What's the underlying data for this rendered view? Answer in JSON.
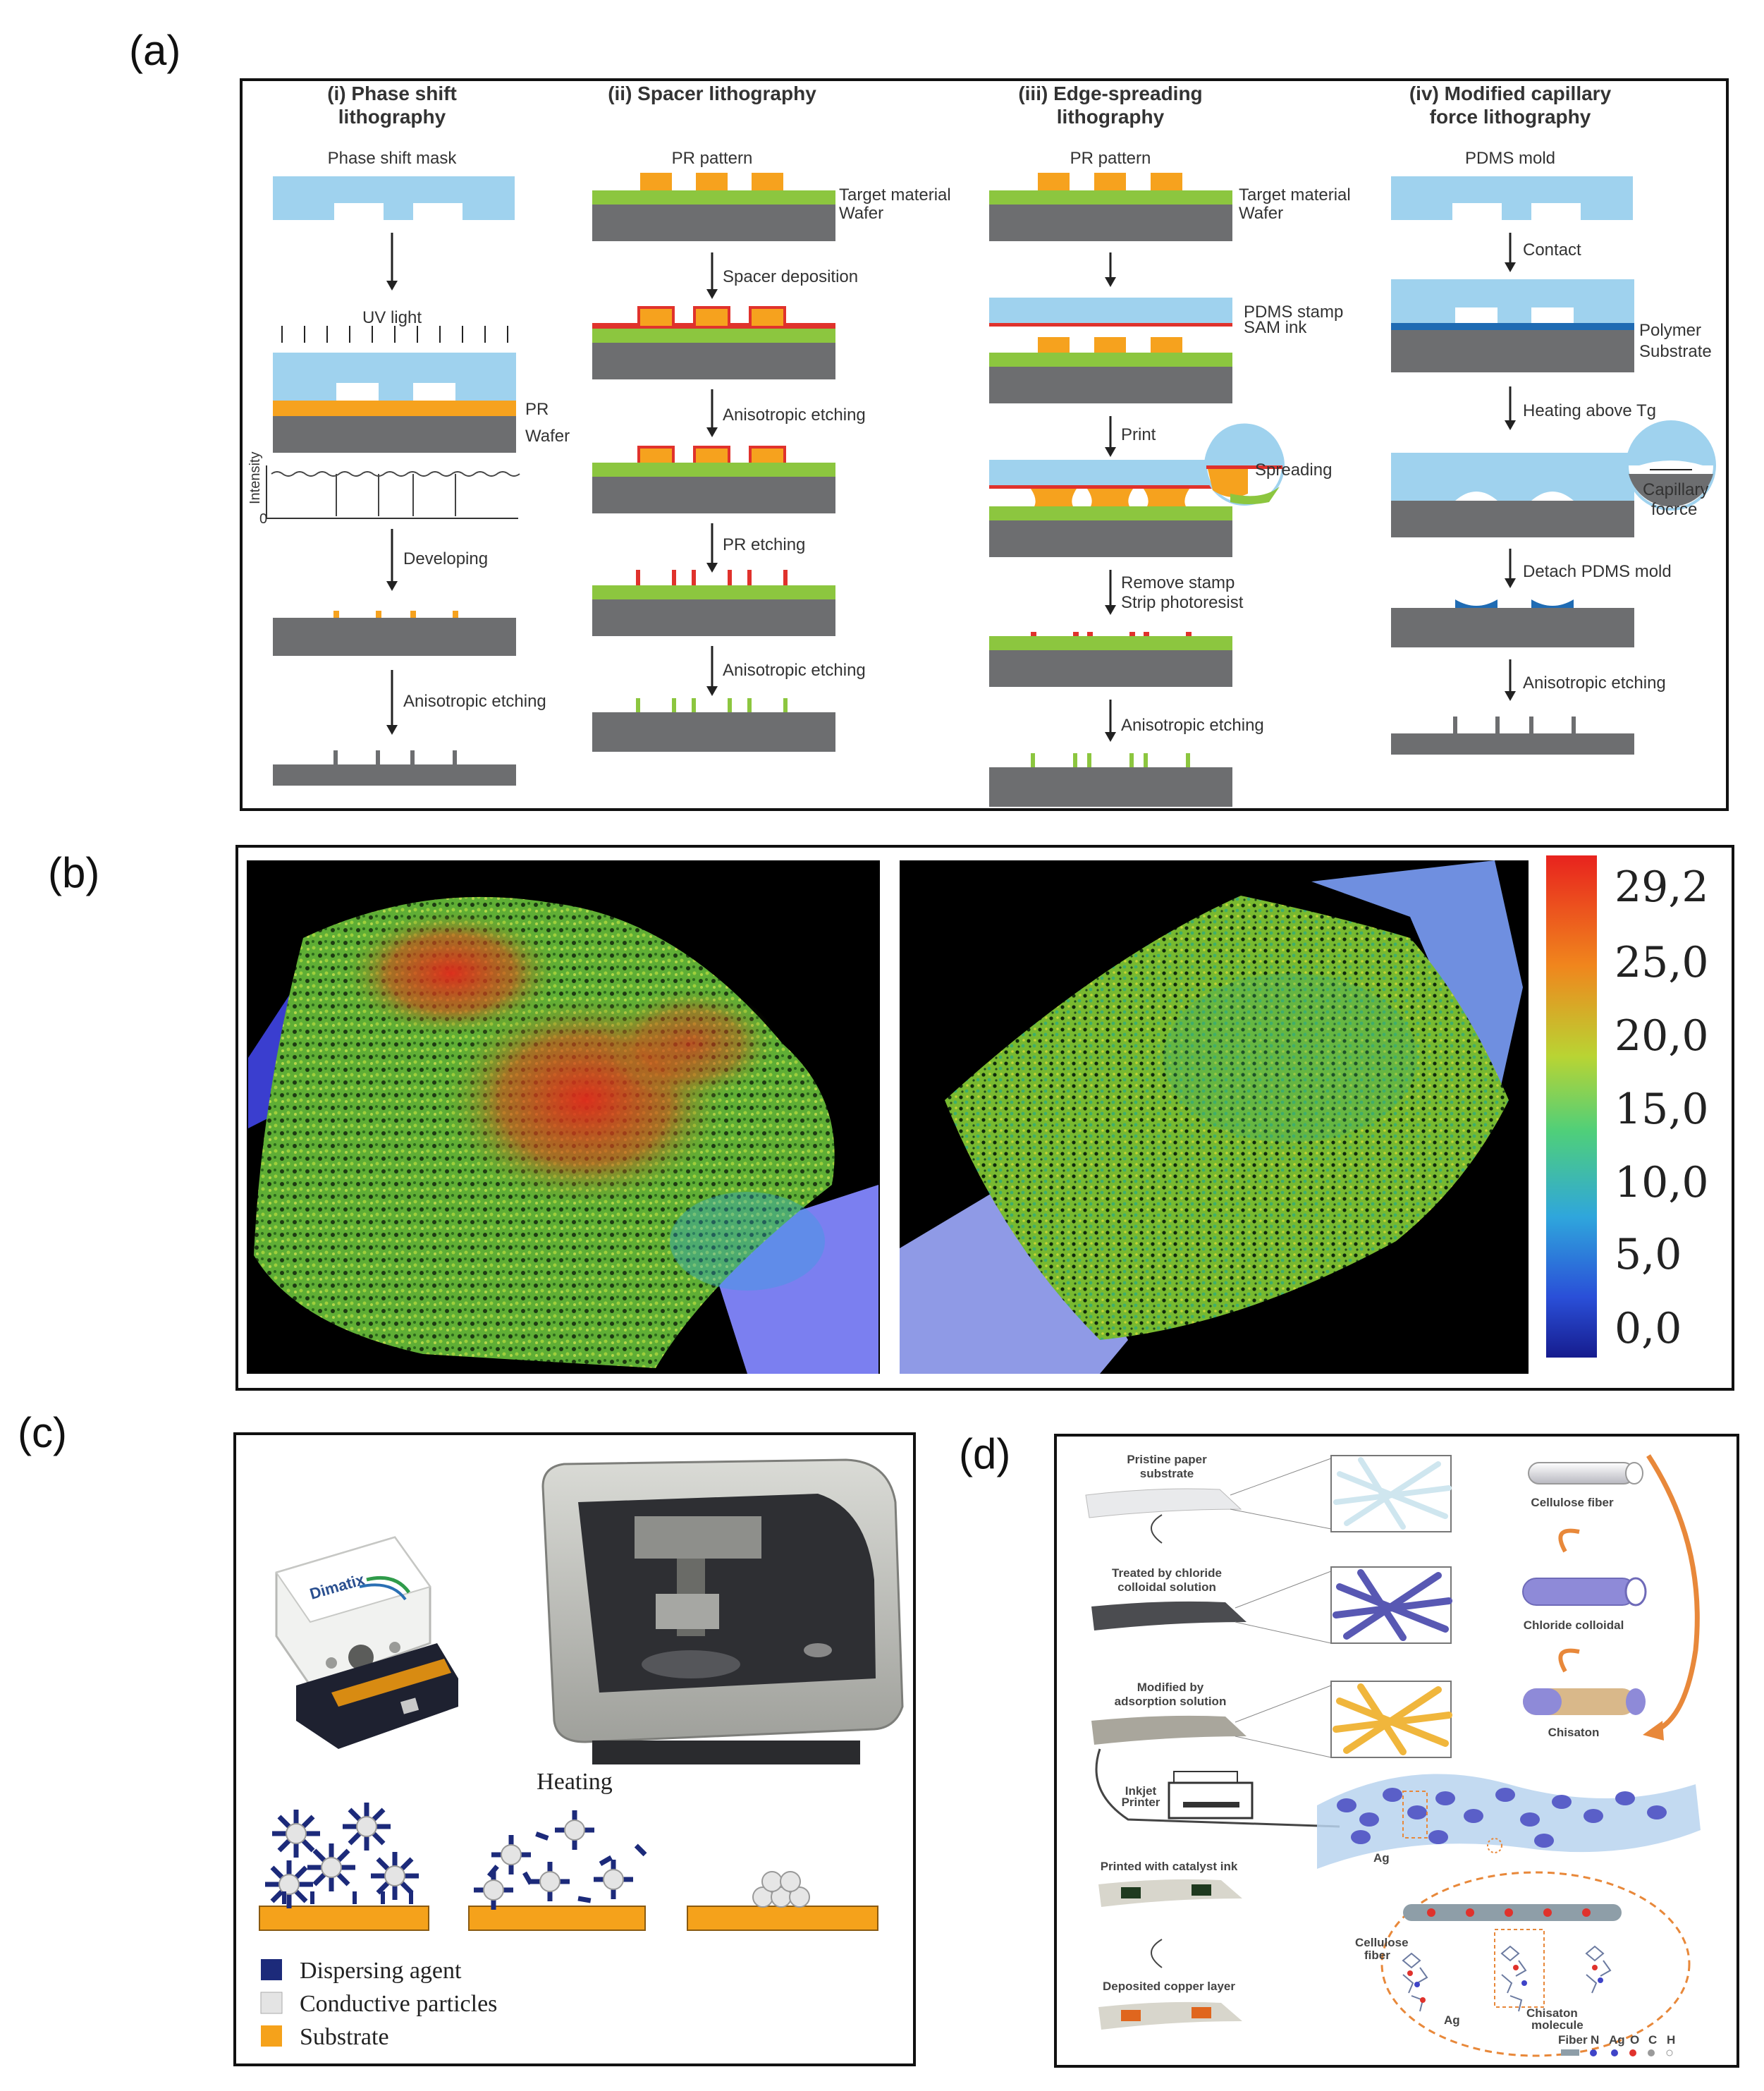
{
  "panels": {
    "a": {
      "label": "(a)",
      "columns": [
        {
          "title": [
            "(i) Phase shift",
            "lithography"
          ],
          "labels": [
            "Phase shift mask",
            "UV light",
            "PR",
            "Wafer",
            "Intensity",
            "0",
            "Developing",
            "Anisotropic etching"
          ]
        },
        {
          "title": [
            "(ii) Spacer lithography"
          ],
          "labels": [
            "PR pattern",
            "Target material",
            "Wafer",
            "Spacer deposition",
            "Anisotropic etching",
            "PR etching",
            "Anisotropic etching"
          ]
        },
        {
          "title": [
            "(iii) Edge-spreading",
            "lithography"
          ],
          "labels": [
            "PR pattern",
            "Target material",
            "Wafer",
            "PDMS stamp",
            "SAM ink",
            "Print",
            "Spreading",
            "Remove stamp",
            "Strip photoresist",
            "Anisotropic etching"
          ]
        },
        {
          "title": [
            "(iv) Modified capillary",
            "force lithography"
          ],
          "labels": [
            "PDMS mold",
            "Contact",
            "Polymer",
            "Substrate",
            "Heating above Tg",
            "Capillary",
            "focrce",
            "Detach PDMS mold",
            "Anisotropic etching"
          ]
        }
      ]
    },
    "b": {
      "label": "(b)",
      "colorbar_ticks": [
        "29,2",
        "25,0",
        "20,0",
        "15,0",
        "10,0",
        "5,0",
        "0,0"
      ]
    },
    "c": {
      "label": "(c)",
      "heating": "Heating",
      "printhead_brand": "Dimatix",
      "legend": [
        "Dispersing agent",
        "Conductive particles",
        "Substrate"
      ]
    },
    "d": {
      "label": "(d)",
      "steps": [
        [
          "Pristine paper",
          "substrate"
        ],
        [
          "Treated by chloride",
          "colloidal solution"
        ],
        [
          "Modified by",
          "adsorption solution"
        ],
        [
          "Inkjet",
          "Printer"
        ],
        [
          "Printed with catalyst ink"
        ],
        [
          "Deposited copper layer"
        ]
      ],
      "fiber_labels": [
        "Cellulose fiber",
        "Chloride colloidal",
        "Chisaton"
      ],
      "detail_labels": [
        "Ag",
        "Cellulose",
        "fiber",
        "Ag",
        "Chisaton",
        "molecule"
      ],
      "legend": [
        "Fiber",
        "N",
        "Ag",
        "O",
        "C",
        "H"
      ]
    }
  },
  "colors": {
    "mask_blue": "#9fd2ee",
    "wafer_gray": "#6d6e70",
    "pr_orange": "#f6a21e",
    "target_green": "#8cc63f",
    "spacer_red": "#e0322c",
    "substrate_orange": "#f5a21b",
    "dispersing_blue": "#1c2a7a"
  }
}
